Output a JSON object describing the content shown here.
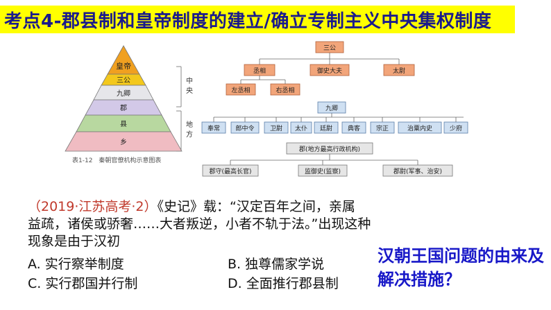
{
  "title": "考点4-郡县制和皇帝制度的建立/确立专制主义中央集权制度",
  "pyramid": {
    "levels": [
      "皇帝",
      "三公",
      "九卿",
      "郡",
      "县",
      "乡"
    ],
    "colors": [
      "#f0a020",
      "#f3c81c",
      "#e6e6ea",
      "#d3c9e8",
      "#b8d8a0",
      "#f0bcc2"
    ],
    "side_central": "中央",
    "side_local": "地方",
    "caption": "表1-12　秦朝官僚机构示意图表"
  },
  "org_chart": {
    "sangong": "三公",
    "ministers": [
      "丞相",
      "御史大夫",
      "太尉"
    ],
    "chancellors": [
      "左丞相",
      "右丞相"
    ],
    "jiuqing": "九卿",
    "nine_ministers": [
      "奉常",
      "郎中令",
      "卫尉",
      "太仆",
      "廷尉",
      "典客",
      "宗正",
      "治粟内史",
      "少府"
    ],
    "commandery": "郡(地方最高行政机构)",
    "commandery_officials": [
      "郡守(最高长官)",
      "监御史(监察)",
      "郡尉(军事、治安)"
    ]
  },
  "question": {
    "source": "（2019·江苏高考·2）",
    "line1_rest": "《史记》载：“汉定百年之间，亲属",
    "line2": "益疏，诸侯或骄奢……大者叛逆，小者不轨于法。”出现这种",
    "line3": "现象是由于汉初"
  },
  "options": {
    "a": "A. 实行察举制度",
    "b": "B. 独尊儒家学说",
    "c": "C. 实行郡国并行制",
    "d": "D. 全面推行郡县制"
  },
  "side_note": "汉朝王国问题的由来及解决措施？"
}
